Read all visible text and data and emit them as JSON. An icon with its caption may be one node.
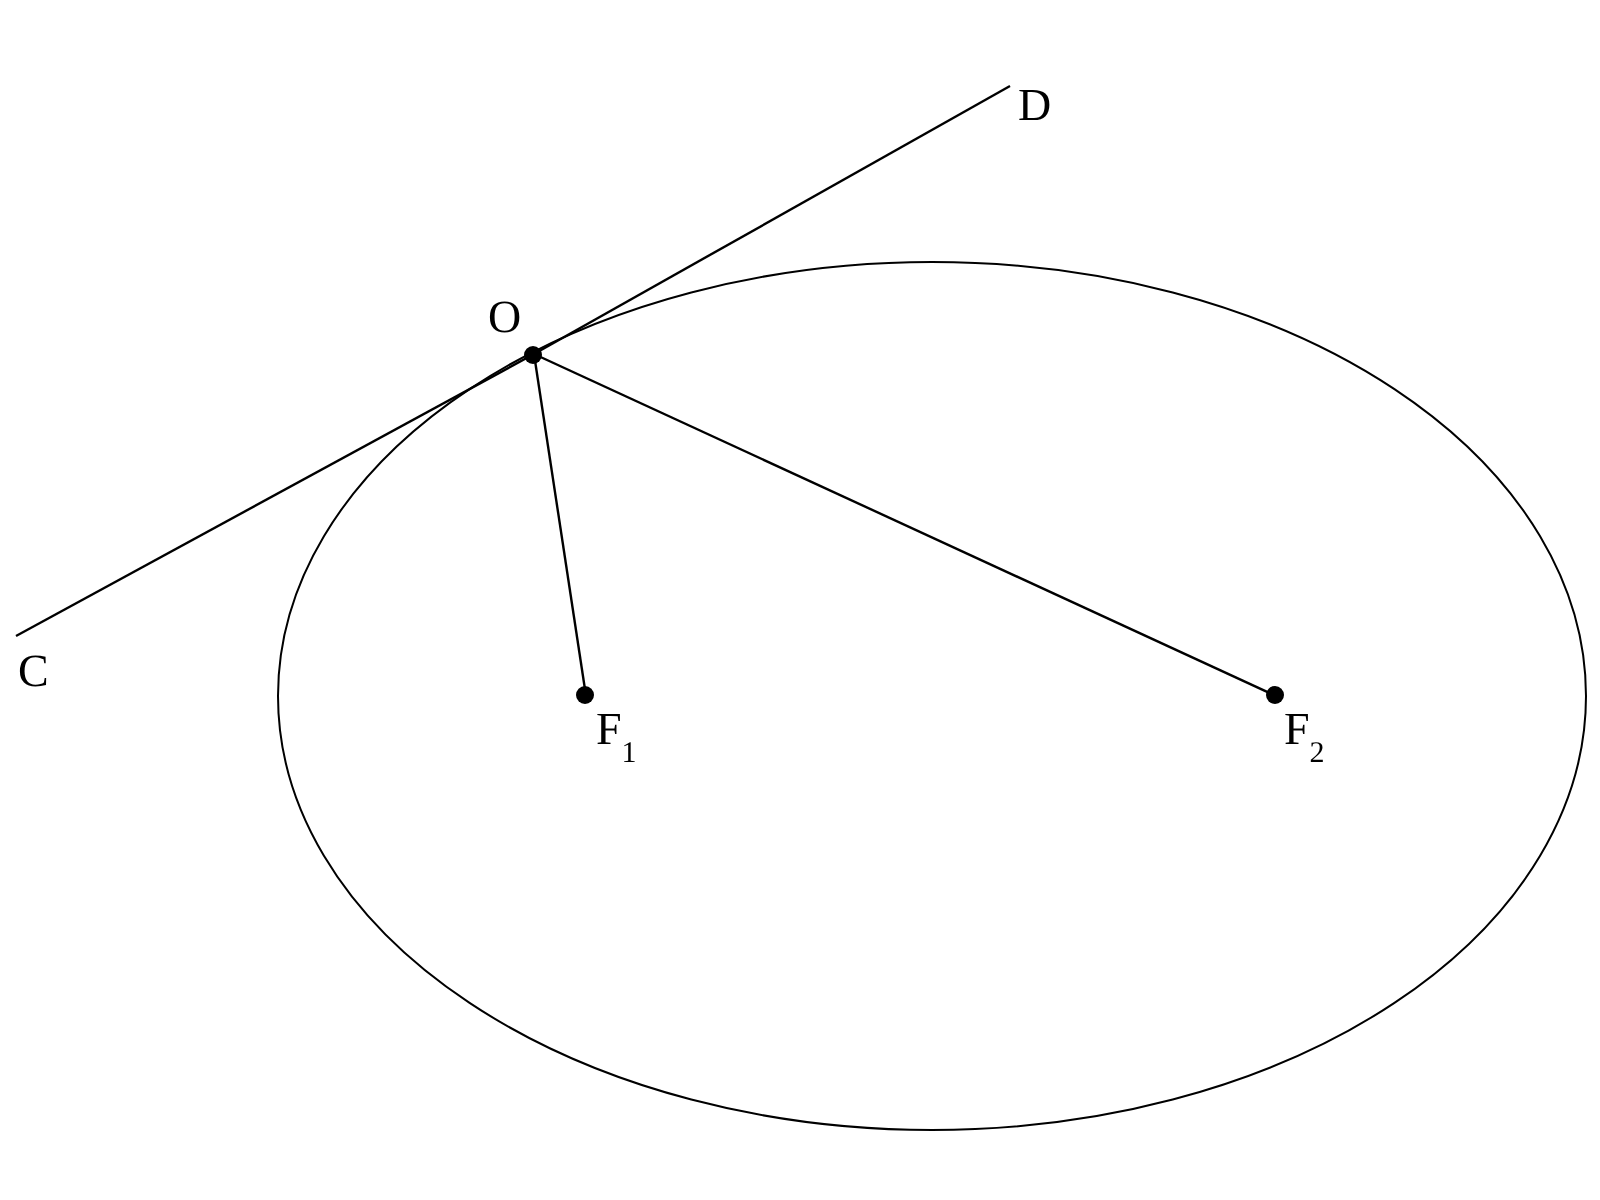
{
  "diagram": {
    "nodes": [
      {
        "text": [
          "O"
        ]
      },
      {
        "text": [
          "C"
        ]
      },
      {
        "text": [
          "D"
        ]
      },
      {
        "text": [
          "F$_{1}$"
        ]
      },
      {
        "text": [
          "F$_{2}$"
        ]
      }
    ],
    "edges": [
      {
        "from": 1,
        "to": 0,
        "arrow": "none"
      },
      {
        "from": 0,
        "to": 2,
        "arrow": "none"
      },
      {
        "from": 0,
        "to": 3,
        "arrow": "none"
      },
      {
        "from": 0,
        "to": 4,
        "arrow": "none"
      }
    ]
  }
}
